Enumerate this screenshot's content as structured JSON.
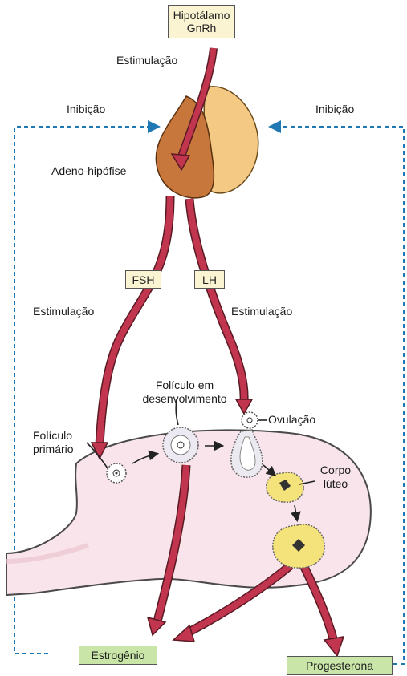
{
  "diagram": {
    "hypothalamus": {
      "line1": "Hipotálamo",
      "line2": "GnRh"
    },
    "stim_top": "Estimulação",
    "inhibition_left": "Inibição",
    "inhibition_right": "Inibição",
    "pituitary_label": "Adeno-hipófise",
    "fsh": "FSH",
    "lh": "LH",
    "stim_left": "Estimulação",
    "stim_right": "Estimulação",
    "developing_follicle": {
      "line1": "Folículo em",
      "line2": "desenvolvimento"
    },
    "ovulation": "Ovulação",
    "primary_follicle": {
      "line1": "Folículo",
      "line2": "primário"
    },
    "corpus_luteum": {
      "line1": "Corpo",
      "line2": "lúteo"
    },
    "estrogen": "Estrogênio",
    "progesterone": "Progesterona"
  },
  "colors": {
    "hormone_arrow": "#c2354e",
    "arrow_outline": "#5a1a24",
    "inhibition_line": "#1f78b4",
    "pituitary_anterior": "#c8773c",
    "pituitary_posterior": "#f3c983",
    "ovary_fill": "#f8e4ea",
    "corpus_luteum": "#f4e27a",
    "box_cream": "#fbf4d2",
    "box_green": "#c9e6a8"
  }
}
